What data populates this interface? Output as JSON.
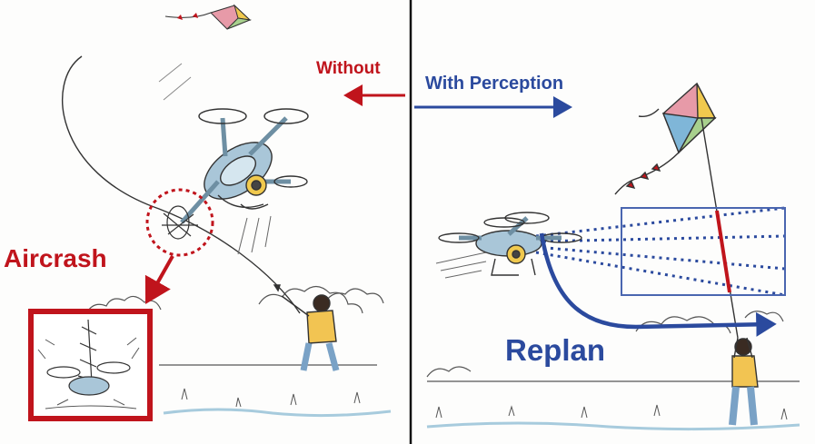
{
  "labels": {
    "without": "Without",
    "with_perception": "With Perception",
    "aircrash": "Aircrash",
    "replan": "Replan"
  },
  "colors": {
    "failure": "#c0141c",
    "success": "#2b4a9e",
    "sketch": "#3a3a3a",
    "drone_body": "#a9c6d8",
    "kite_pink": "#e79aa8",
    "kite_yellow": "#f0c94e",
    "kite_green": "#a8d08d",
    "kite_blue": "#7fb6d8",
    "person_shirt": "#f2c452",
    "person_pants": "#7aa2c6",
    "grass": "#a7cbdd"
  },
  "icons": {
    "left_panel": [
      "kite-icon",
      "drone-icon",
      "crash-circle-icon",
      "kite-string",
      "person-icon",
      "crash-inset-icon"
    ],
    "right_panel": [
      "kite-icon",
      "drone-icon",
      "perception-cone",
      "detection-box",
      "replan-arrow",
      "person-icon"
    ]
  }
}
